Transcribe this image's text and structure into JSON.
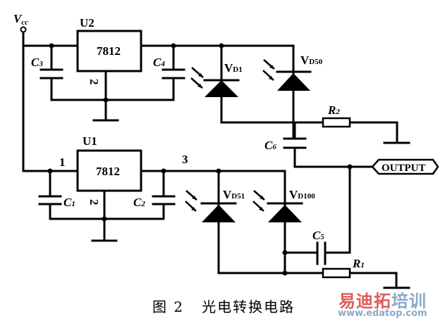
{
  "diagram": {
    "title": "光电转换电路",
    "figure_label": "图 2",
    "supply": {
      "label": "V",
      "sub": "cc"
    },
    "regulators": [
      {
        "ref": "U2",
        "part": "7812",
        "ground_pin": "2"
      },
      {
        "ref": "U1",
        "part": "7812",
        "input_pin": "1",
        "ground_pin": "2",
        "output_pin": "3"
      }
    ],
    "capacitors": [
      {
        "ref": "C",
        "num": "3"
      },
      {
        "ref": "C",
        "num": "4"
      },
      {
        "ref": "C",
        "num": "1"
      },
      {
        "ref": "C",
        "num": "2"
      },
      {
        "ref": "C",
        "num": "5"
      },
      {
        "ref": "C",
        "num": "6"
      }
    ],
    "resistors": [
      {
        "ref": "R",
        "num": "2"
      },
      {
        "ref": "R",
        "num": "1"
      }
    ],
    "photodiodes": [
      {
        "ref": "V",
        "sub": "D1"
      },
      {
        "ref": "V",
        "sub": "D50"
      },
      {
        "ref": "V",
        "sub": "D51"
      },
      {
        "ref": "V",
        "sub": "D100"
      }
    ],
    "output_port": "OUTPUT"
  },
  "watermark": {
    "cn_red": "易迪拓",
    "cn_blue": "培训",
    "url": "www.edatop.com"
  }
}
